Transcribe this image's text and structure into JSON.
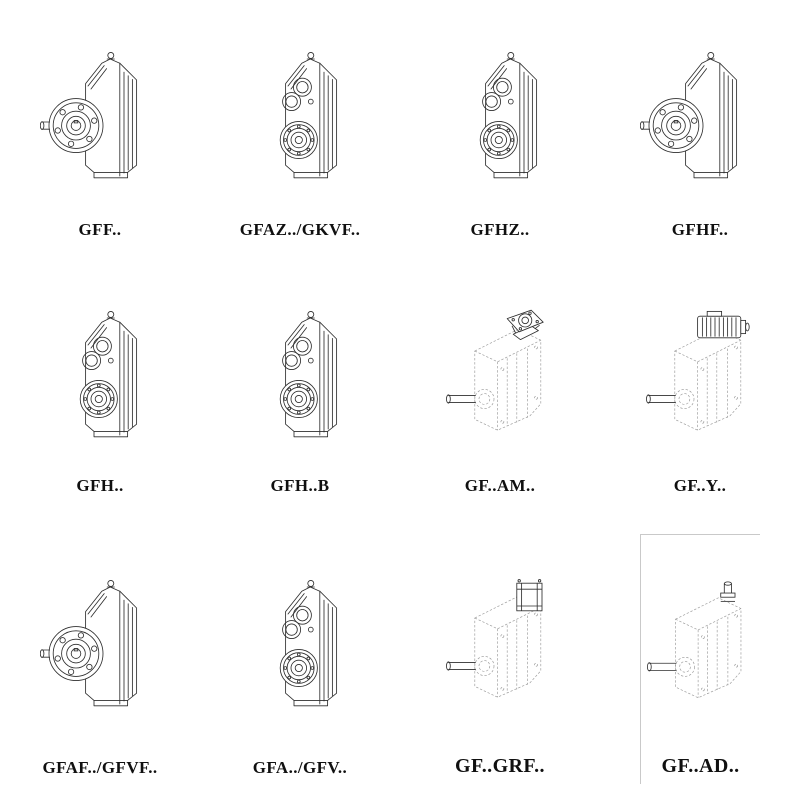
{
  "page": {
    "kind": "gear-reducer-model-catalog",
    "background": "#ffffff"
  },
  "colors": {
    "solid_line": "#2e2e2e",
    "dashed_line": "#999999",
    "label_text": "#101010",
    "box_border": "#c9c9c9"
  },
  "grid": {
    "rows": 3,
    "cols": 4,
    "items": [
      {
        "label": "GFF..",
        "drawing": "flange-output-gearbox",
        "line_style": "solid"
      },
      {
        "label": "GFAZ../GKVF..",
        "drawing": "hollow-shaft-gearbox",
        "line_style": "solid"
      },
      {
        "label": "GFHZ..",
        "drawing": "hollow-shaft-gearbox",
        "line_style": "solid"
      },
      {
        "label": "GFHF..",
        "drawing": "flange-output-gearbox",
        "line_style": "solid"
      },
      {
        "label": "GFH..",
        "drawing": "hollow-shaft-foot-gearbox",
        "line_style": "solid"
      },
      {
        "label": "GFH..B",
        "drawing": "hollow-shaft-foot-gearbox",
        "line_style": "solid"
      },
      {
        "label": "GF..AM..",
        "drawing": "gearbox-with-input-flange",
        "line_style": "dashed"
      },
      {
        "label": "GF..Y..",
        "drawing": "gearbox-with-motor",
        "line_style": "dashed"
      },
      {
        "label": "GFAF../GFVF..",
        "drawing": "flange-output-gearbox",
        "line_style": "solid"
      },
      {
        "label": "GFA../GFV..",
        "drawing": "hollow-shaft-gearbox",
        "line_style": "solid"
      },
      {
        "label": "GF..GRF..",
        "drawing": "gearbox-with-adapter-block",
        "line_style": "dashed"
      },
      {
        "label": "GF..AD..",
        "drawing": "gearbox-with-input-shaft",
        "line_style": "dashed"
      }
    ]
  }
}
